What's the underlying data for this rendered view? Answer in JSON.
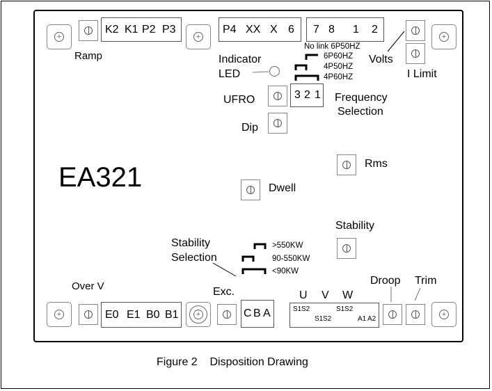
{
  "board_name": "EA321",
  "caption": "Figure 2    Disposition Drawing",
  "top_terminals": {
    "group1": [
      "K2",
      "K1",
      "P2",
      "P3"
    ],
    "group2": [
      "P4",
      "XX",
      "X",
      "6"
    ],
    "group3": [
      "7",
      "8",
      "1",
      "2"
    ]
  },
  "bottom_terminals": {
    "group1": [
      "E0",
      "E1",
      "B0",
      "B1"
    ],
    "cba": [
      "C",
      "B",
      "A"
    ],
    "uvw_top": [
      "S1",
      "S2",
      "S1",
      "S2"
    ],
    "uvw_bottom": [
      "S1",
      "S2",
      "A1",
      "A2"
    ]
  },
  "labels": {
    "ramp": "Ramp",
    "volts": "Volts",
    "i_limit": "I Limit",
    "indicator": "Indicator",
    "led": "LED",
    "ufro": "UFRO",
    "dip": "Dip",
    "frequency": "Frequency",
    "selection": "Selection",
    "rms": "Rms",
    "dwell": "Dwell",
    "stability": "Stability",
    "stability_sel_1": "Stability",
    "stability_sel_2": "Selection",
    "over_v": "Over V",
    "exc": "Exc.",
    "u": "U",
    "v": "V",
    "w": "W",
    "droop": "Droop",
    "trim": "Trim"
  },
  "frequency_links": {
    "no_link": "No link 6P50HZ",
    "l6p60": "6P60HZ",
    "l4p50": "4P50HZ",
    "l4p60": "4P60HZ"
  },
  "frequency_pins": [
    "3",
    "2",
    "1"
  ],
  "stability_links": {
    "gt550": ">550KW",
    "mid": "90-550KW",
    "lt90": "<90KW"
  }
}
